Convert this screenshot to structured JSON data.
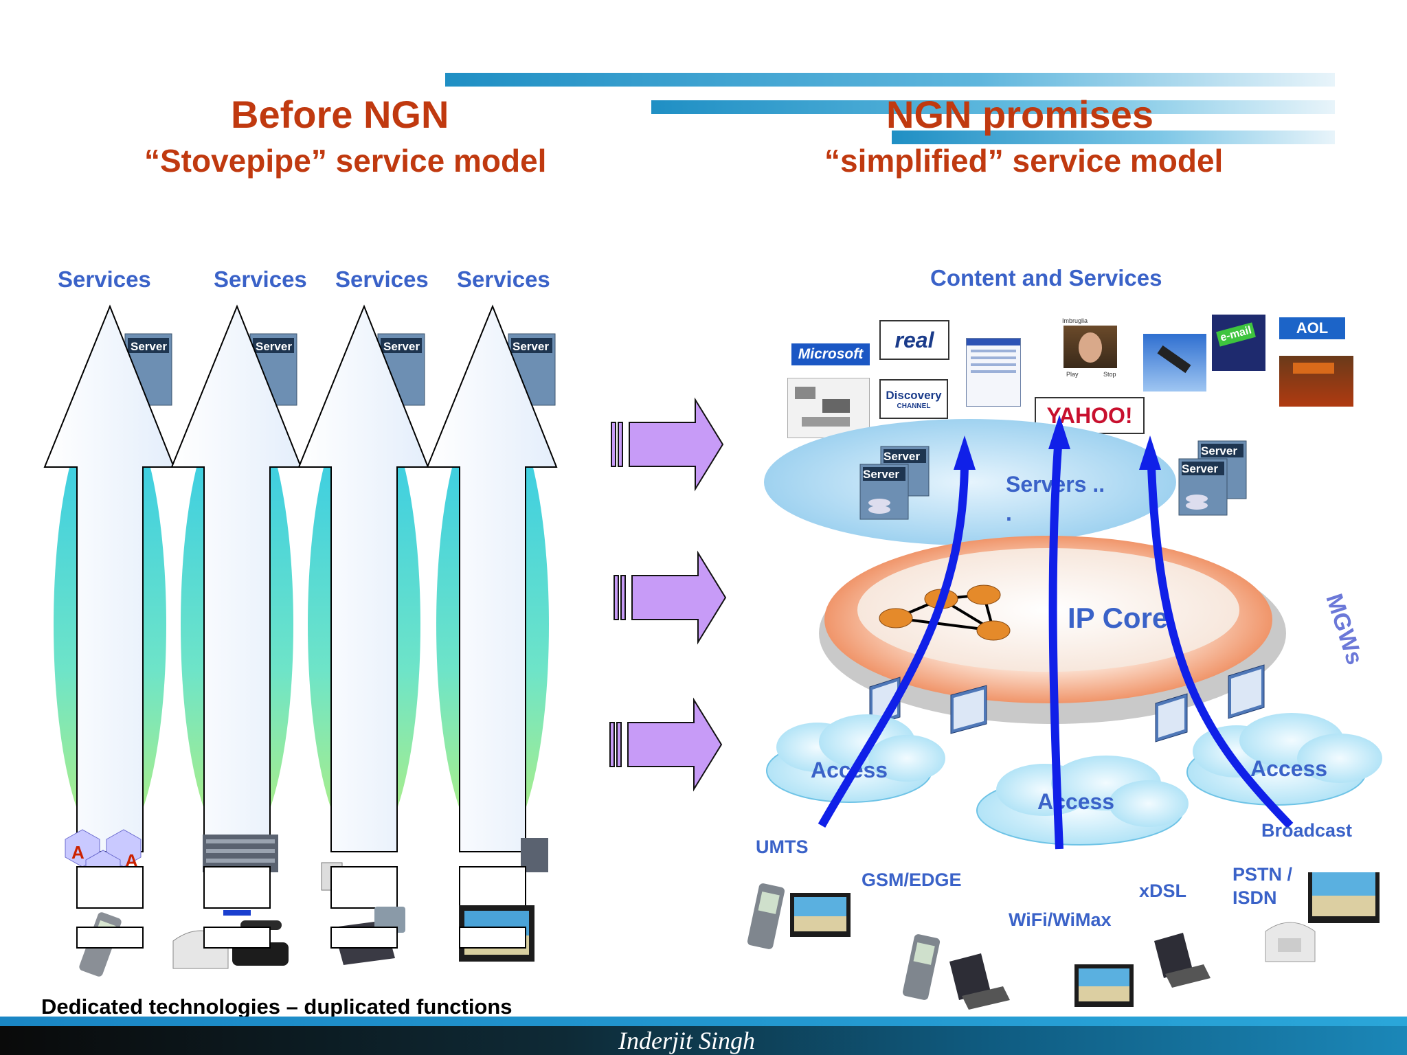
{
  "header": {
    "left_title": "Before NGN",
    "left_subtitle": "“Stovepipe” service model",
    "right_title": "NGN promises",
    "right_subtitle": "“simplified” service model"
  },
  "left": {
    "service_labels": [
      "Services",
      "Services",
      "Services",
      "Services"
    ],
    "server_label": "Server",
    "caption": "Dedicated technologies – duplicated functions"
  },
  "right": {
    "content_label": "Content and Services",
    "logos": {
      "microsoft": "Microsoft",
      "real": "real",
      "discovery": "Discovery",
      "discovery_sub": "CHANNEL",
      "yahoo": "YAHOO!",
      "aol": "AOL",
      "email": "e-mail",
      "video_title": "Imbruglia",
      "video_play": "Play",
      "video_stop": "Stop"
    },
    "servers_label": "Servers ..",
    "servers_dot": ".",
    "server_label": "Server",
    "ip_core_label": "IP Core",
    "mgws_label": "MGWs",
    "access_labels": [
      "Access",
      "Access",
      "Access"
    ],
    "network_labels": {
      "umts": "UMTS",
      "gsm": "GSM/EDGE",
      "wifi": "WiFi/WiMax",
      "xdsl": "xDSL",
      "pstn": "PSTN /",
      "isdn": "ISDN",
      "broadcast": "Broadcast"
    }
  },
  "footer": {
    "author": "Inderjit Singh"
  },
  "colors": {
    "title_red": "#c0390f",
    "label_blue": "#3a62c8",
    "arrow_blue": "#1020e8",
    "purple_arrow": "#c79bf7"
  }
}
